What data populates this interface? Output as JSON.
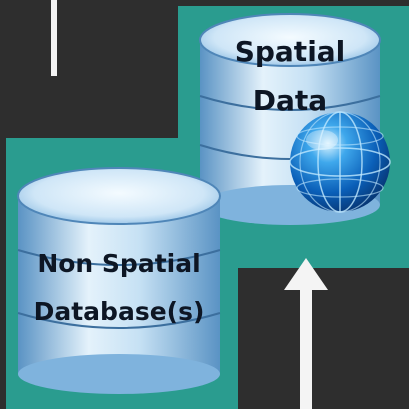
{
  "spatial_db": {
    "line1": "Spatial",
    "line2": "Data"
  },
  "non_spatial_db": {
    "line1": "Non Spatial",
    "line2": "Database(s)"
  },
  "colors": {
    "background": "#2e2e2e",
    "teal": "#2a9c8f",
    "cylinder_light": "#e4f2fb",
    "cylinder_mid": "#9fcbea",
    "cylinder_dark": "#5a93c4",
    "arrow": "#f4f4f4"
  },
  "icons": {
    "globe": "globe-icon",
    "arrow": "arrow-up-icon"
  }
}
